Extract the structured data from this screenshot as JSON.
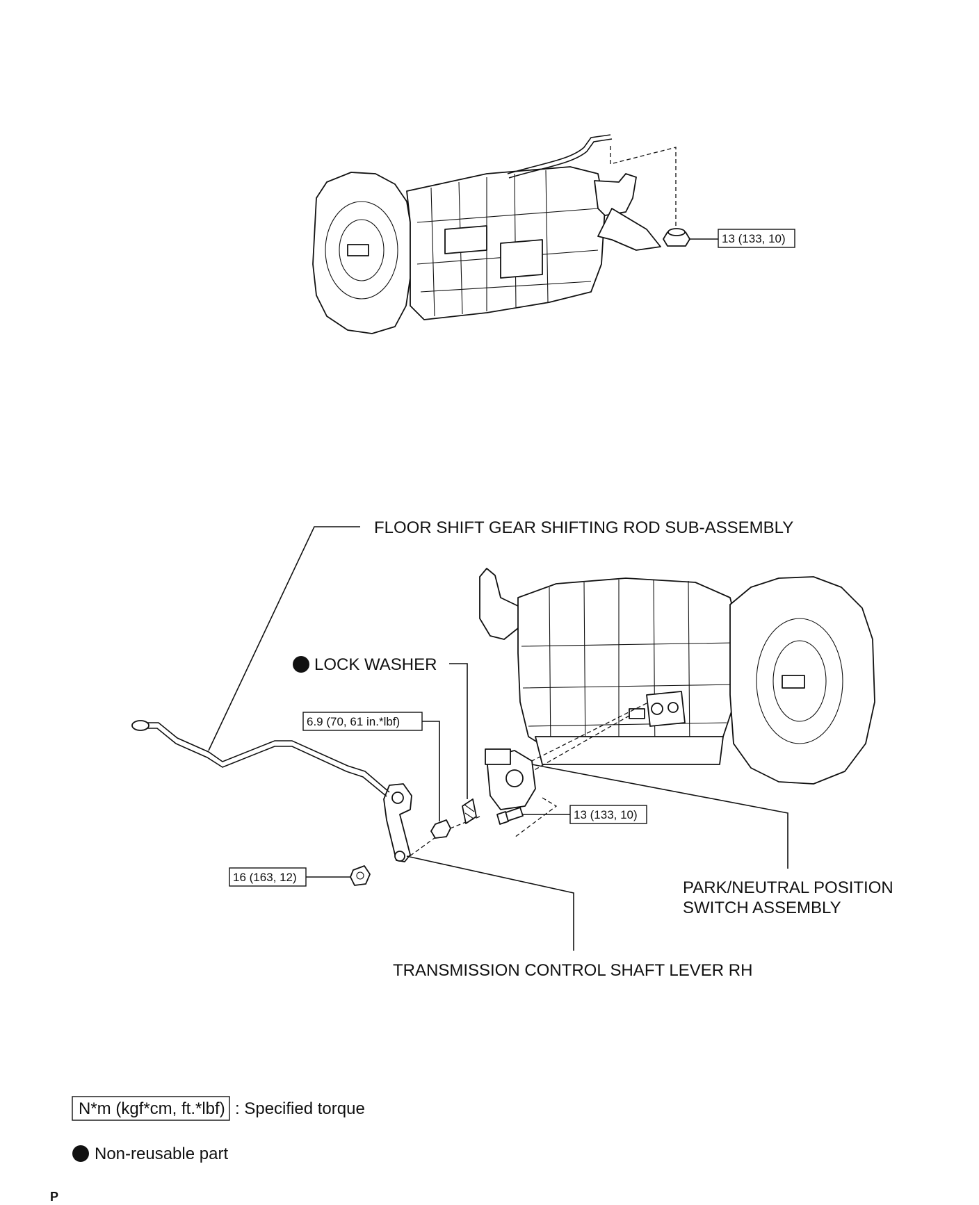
{
  "labels": {
    "rod": "FLOOR SHIFT GEAR SHIFTING ROD SUB-ASSEMBLY",
    "lock_washer": "LOCK WASHER",
    "pnp_line1": "PARK/NEUTRAL POSITION",
    "pnp_line2": "SWITCH ASSEMBLY",
    "lever": "TRANSMISSION CONTROL SHAFT LEVER RH"
  },
  "torques": {
    "top_nut": "13 (133, 10)",
    "nut_69": "6.9 (70, 61 in.*lbf)",
    "bolt_13": "13 (133, 10)",
    "nut_16": "16 (163, 12)"
  },
  "legend": {
    "torque_box": "N*m (kgf*cm, ft.*lbf)",
    "torque_desc": ": Specified torque",
    "nonreusable": "Non-reusable part"
  },
  "page_marker": "P"
}
